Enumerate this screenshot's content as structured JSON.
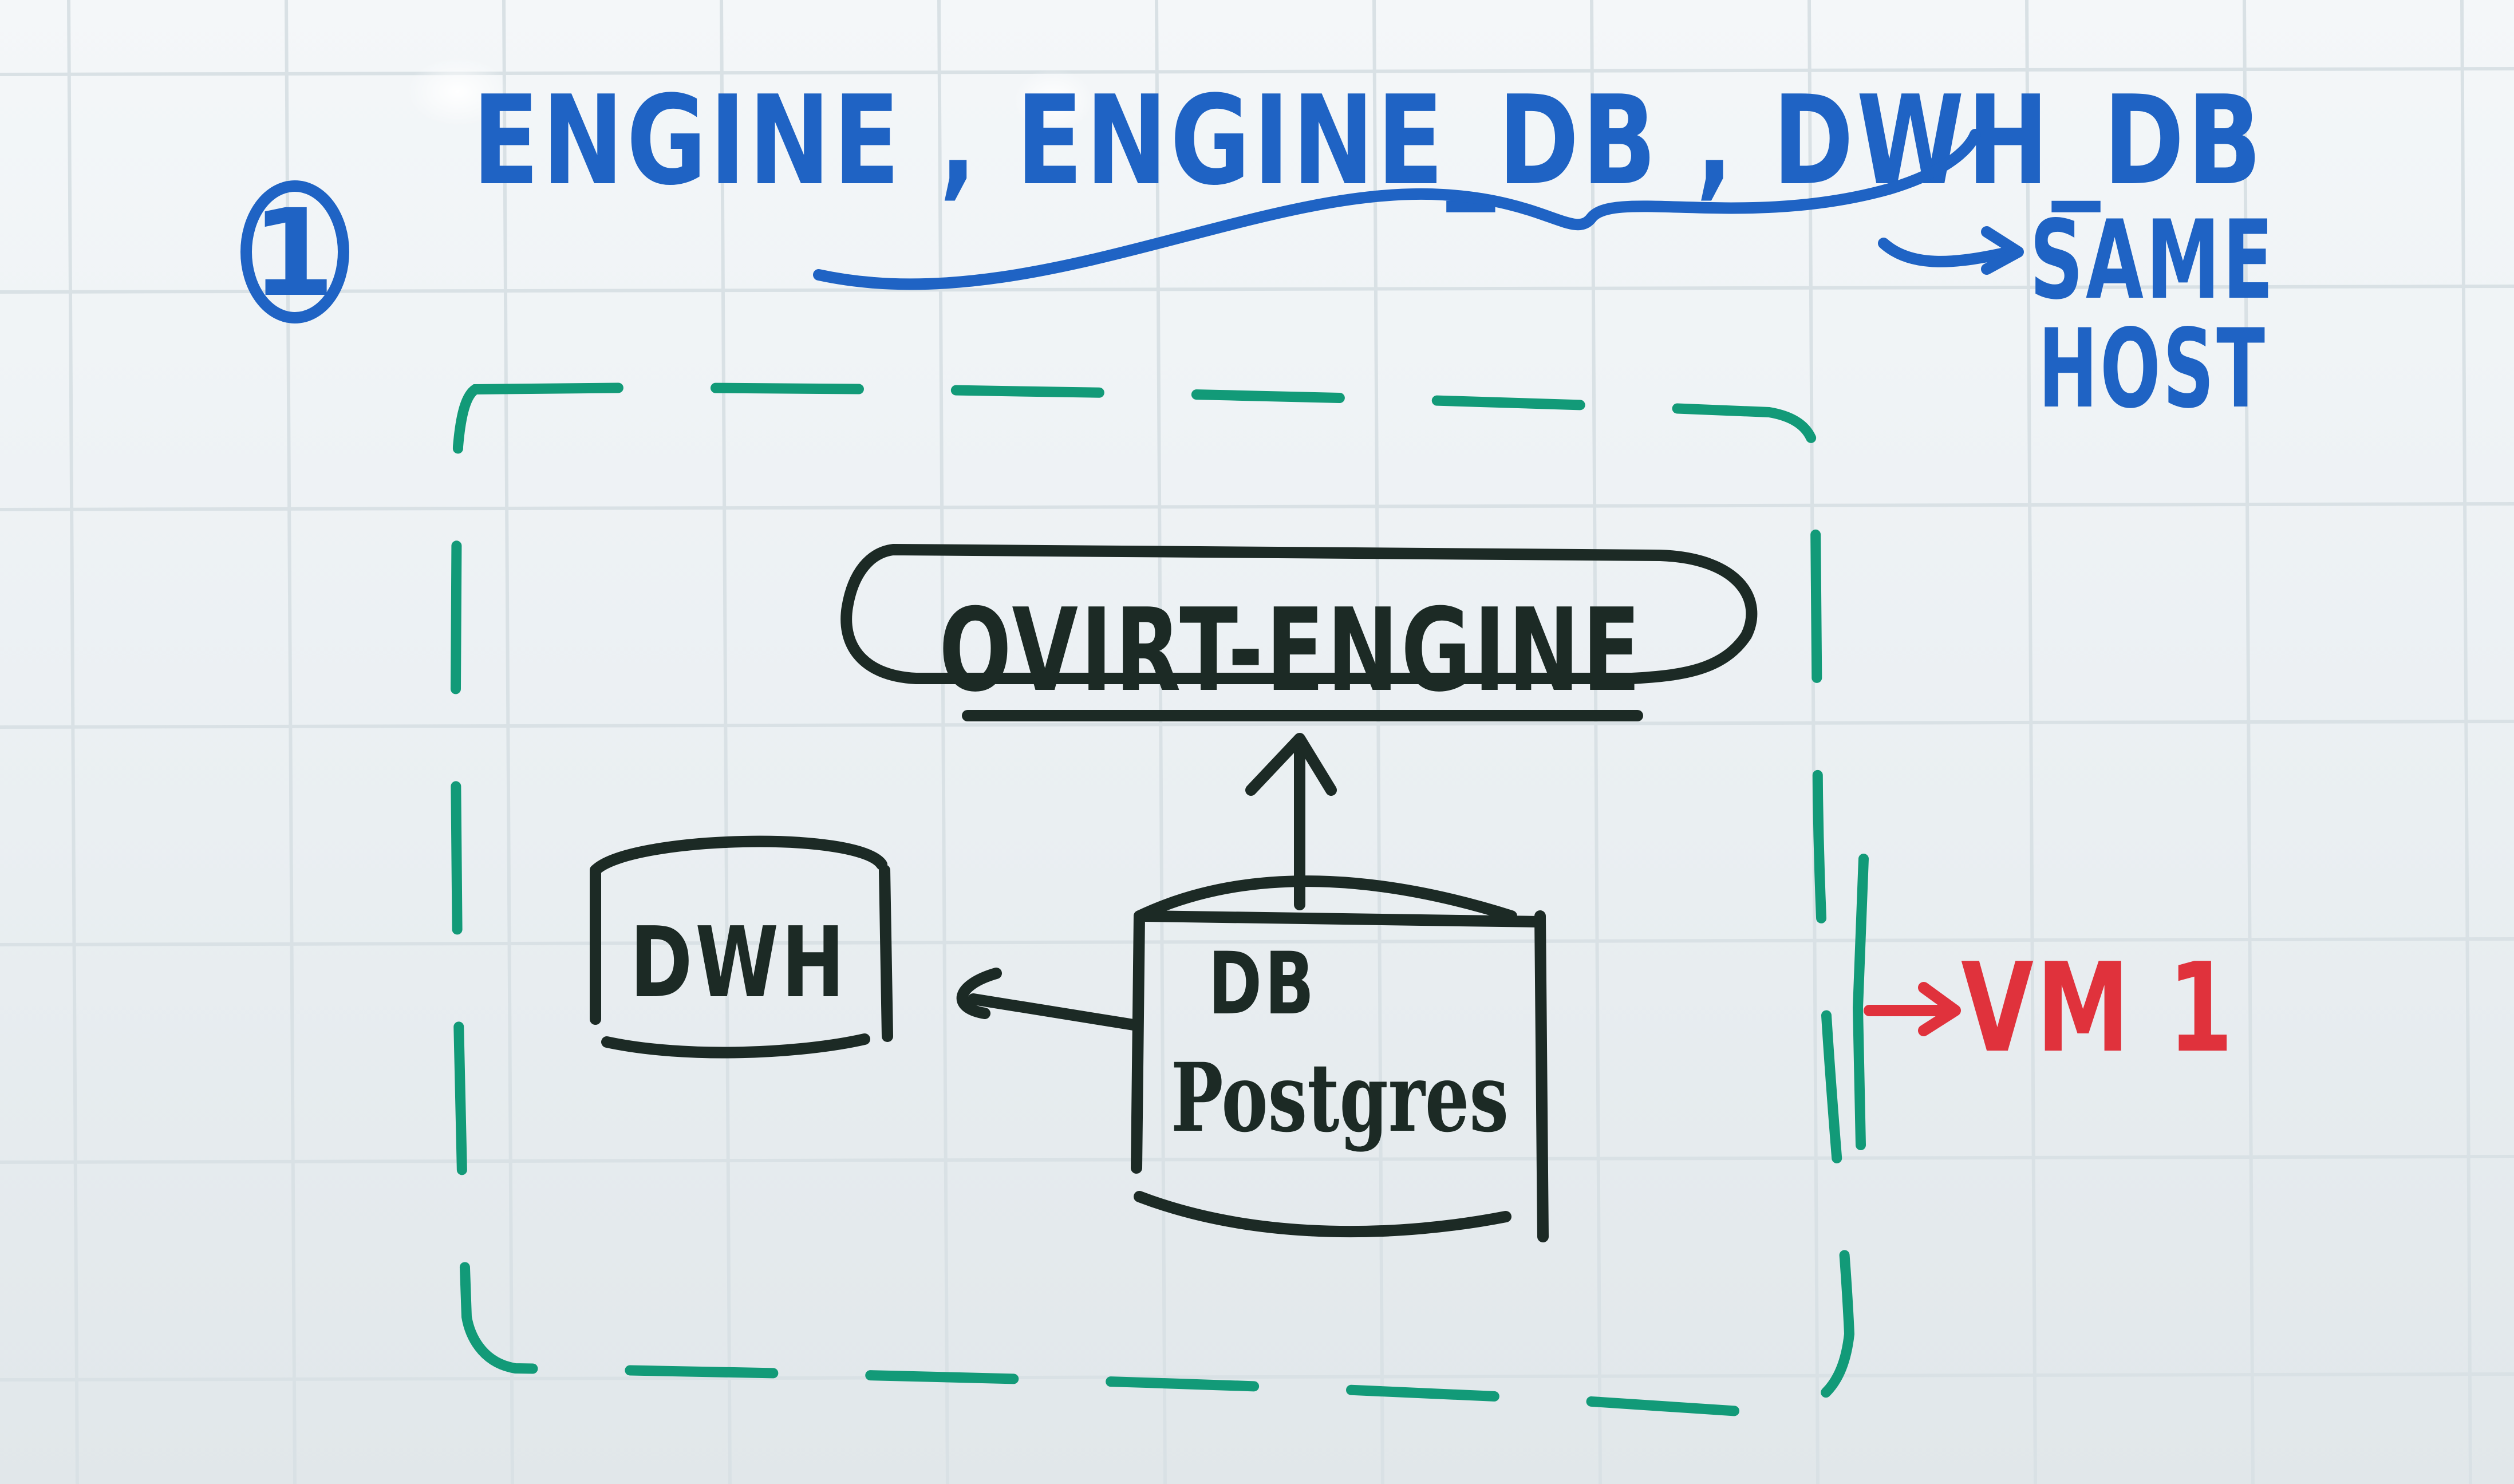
{
  "title": {
    "number": "1",
    "components": "ENGINE , ENGINE_DB , DWH_DB"
  },
  "note": {
    "line1": "SAME",
    "line2": "HOST"
  },
  "nodes": {
    "engine": "OVIRT-ENGINE",
    "dwh": "DWH",
    "db_line1": "DB",
    "db_line2": "Postgres"
  },
  "vm_label": "VM 1",
  "colors": {
    "blue_marker": "#1f63c4",
    "green_marker": "#129a78",
    "black_marker": "#1c2a25",
    "red_marker": "#e0323c",
    "board": "#eef2f4",
    "grid": "#d9e1e5"
  }
}
